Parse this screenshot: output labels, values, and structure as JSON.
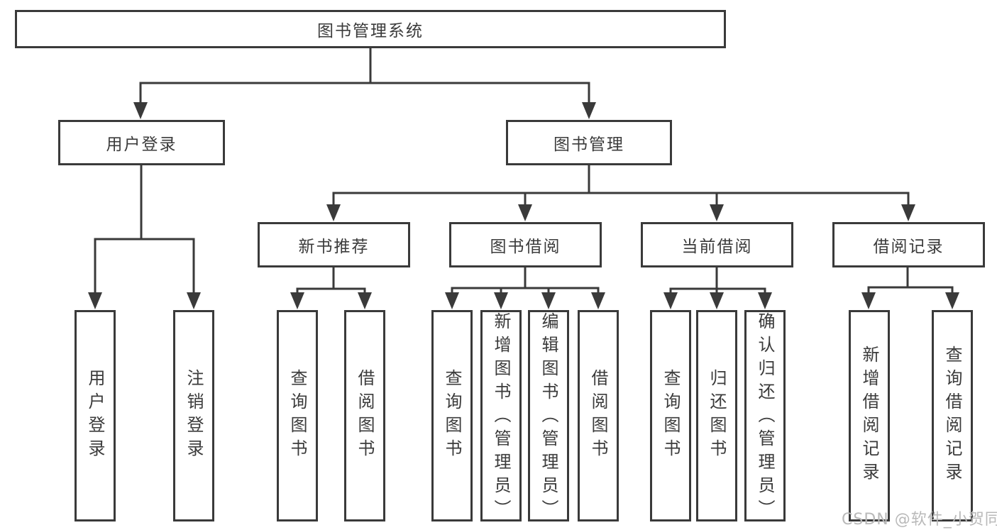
{
  "diagram": {
    "title": "图书管理系统",
    "root": {
      "label": "图书管理系统"
    },
    "level2": [
      {
        "label": "用户登录"
      },
      {
        "label": "图书管理"
      }
    ],
    "level3": [
      {
        "label": "新书推荐"
      },
      {
        "label": "图书借阅"
      },
      {
        "label": "当前借阅"
      },
      {
        "label": "借阅记录"
      }
    ],
    "leaves": [
      {
        "label": "用户登录",
        "parent": "用户登录"
      },
      {
        "label": "注销登录",
        "parent": "用户登录"
      },
      {
        "label": "查询图书",
        "parent": "新书推荐"
      },
      {
        "label": "借阅图书",
        "parent": "新书推荐"
      },
      {
        "label": "查询图书",
        "parent": "图书借阅"
      },
      {
        "label": "新增图书（管理员）",
        "parent": "图书借阅"
      },
      {
        "label": "编辑图书（管理员）",
        "parent": "图书借阅"
      },
      {
        "label": "借阅图书",
        "parent": "图书借阅"
      },
      {
        "label": "查询图书",
        "parent": "当前借阅"
      },
      {
        "label": "归还图书",
        "parent": "当前借阅"
      },
      {
        "label": "确认归还（管理员）",
        "parent": "当前借阅"
      },
      {
        "label": "新增借阅记录",
        "parent": "借阅记录"
      },
      {
        "label": "查询借阅记录",
        "parent": "借阅记录"
      }
    ]
  },
  "watermark": {
    "text": "CSDN @软件_小贺同学",
    "color": "#b9b9b9"
  },
  "colors": {
    "line": "#3a3a3a",
    "box_bg": "#ffffff",
    "page_bg": "#ffffff"
  }
}
